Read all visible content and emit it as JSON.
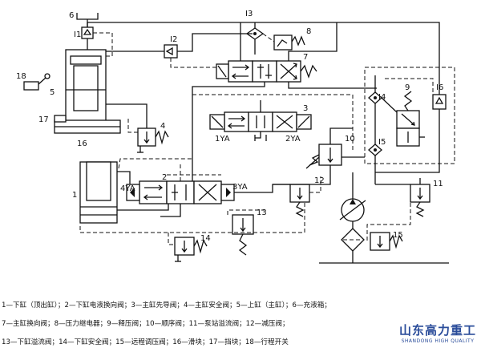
{
  "diagram": {
    "numbers": [
      "1",
      "2",
      "3",
      "4",
      "5",
      "6",
      "7",
      "8",
      "9",
      "10",
      "11",
      "12",
      "13",
      "14",
      "15",
      "16",
      "17",
      "18"
    ],
    "i_labels": [
      "I1",
      "I2",
      "I3",
      "I4",
      "I5",
      "I6"
    ],
    "solenoids": [
      "1YA",
      "2YA",
      "3YA",
      "4YA"
    ]
  },
  "legend": {
    "line1": "1—下缸（顶出缸）；2—下缸电液换向阀；3—主缸先导阀；4—主缸安全阀；5—上缸（主缸）；6—充液箱；",
    "line2": "7—主缸换向阀；8—压力继电器；9—释压阀；10—顺序阀；11—泵站溢流阀；12—减压阀；",
    "line3": "13—下缸溢流阀；14—下缸安全阀；15—远程调压阀；16—滑块；17—挡块；18—行程开关"
  },
  "logo": {
    "cn": "山东高力重工",
    "en": "SHANDONG HIGH QUALITY"
  }
}
